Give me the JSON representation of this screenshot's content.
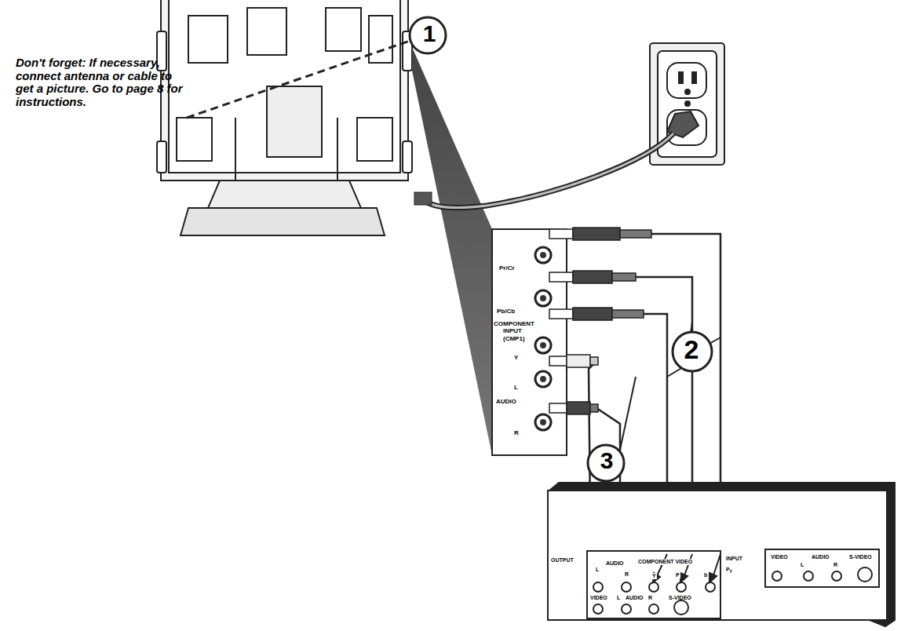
{
  "diagram": {
    "labels": [
      "Don't forget: If necessary, connect antenna or cable to get a picture. Go to page 8 for instructions.",
      "1",
      "2",
      "3",
      "Pr/Cr",
      "Pb/Cb",
      "COMPONENT",
      "INPUT",
      "(CMP1)",
      "Y",
      "L",
      "AUDIO",
      "R",
      "OUTPUT",
      "L",
      "AUDIO",
      "R",
      "COMPONENT VIDEO",
      "Y",
      "P",
      "b",
      "r",
      "VIDEO",
      "L",
      "AUDIO",
      "R",
      "S-VIDEO",
      "INPUT",
      "P",
      "VIDEO",
      "L",
      "AUDIO",
      "R",
      "S-VIDEO"
    ]
  }
}
